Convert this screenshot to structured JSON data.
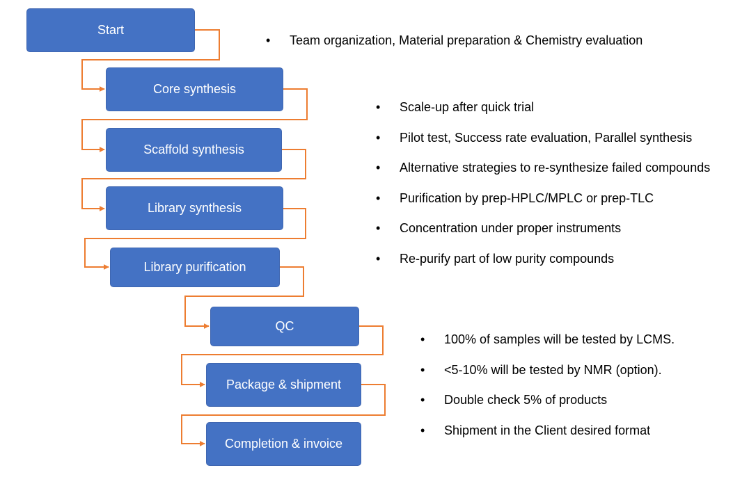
{
  "diagram": {
    "accent_color": "#ed7d31",
    "box_color": "#4472c4",
    "steps": [
      {
        "label": "Start"
      },
      {
        "label": "Core synthesis"
      },
      {
        "label": "Scaffold synthesis"
      },
      {
        "label": "Library synthesis"
      },
      {
        "label": "Library purification"
      },
      {
        "label": "QC"
      },
      {
        "label": "Package & shipment"
      },
      {
        "label": "Completion & invoice"
      }
    ],
    "notes": [
      {
        "items": [
          "Team organization, Material preparation & Chemistry evaluation"
        ]
      },
      {
        "items": [
          "Scale-up after quick trial",
          "Pilot test, Success rate evaluation, Parallel synthesis",
          "Alternative strategies to re-synthesize failed compounds",
          "Purification by prep-HPLC/MPLC or prep-TLC",
          "Concentration under proper instruments",
          "Re-purify part of low purity compounds"
        ]
      },
      {
        "items": [
          "100% of samples will be tested by LCMS.",
          "<5-10% will be tested by NMR (option).",
          "Double check 5% of products",
          "Shipment in the Client desired format"
        ]
      }
    ]
  }
}
